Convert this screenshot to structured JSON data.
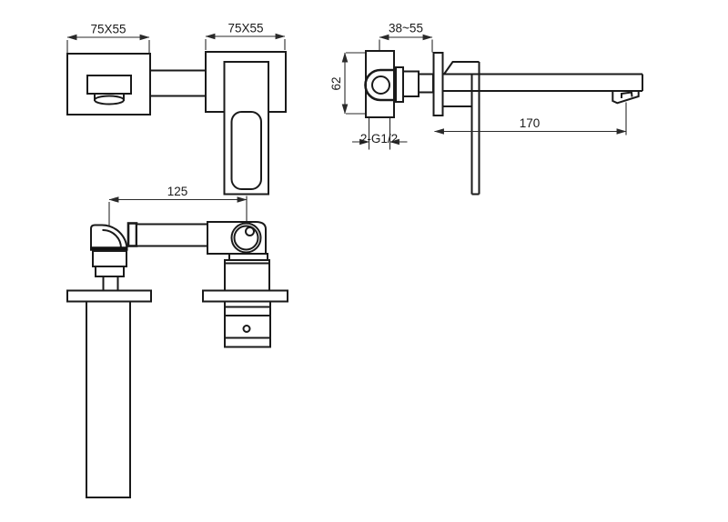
{
  "page": {
    "background_color": "#ffffff",
    "line_color": "#1a1a1a",
    "description": "Technical dimension drawing of a concealed wall-mounted basin mixer faucet, three orthographic views"
  },
  "views": {
    "front": {
      "label": "front-view",
      "dim_left_plate": "75X55",
      "dim_right_plate": "75X55"
    },
    "plan": {
      "label": "plan-view",
      "dim_center_distance": "125"
    },
    "side": {
      "label": "side-view",
      "dim_wall_depth": "38~55",
      "dim_body_height": "62",
      "dim_spout_reach": "170",
      "dim_thread": "2-G1/2"
    }
  }
}
